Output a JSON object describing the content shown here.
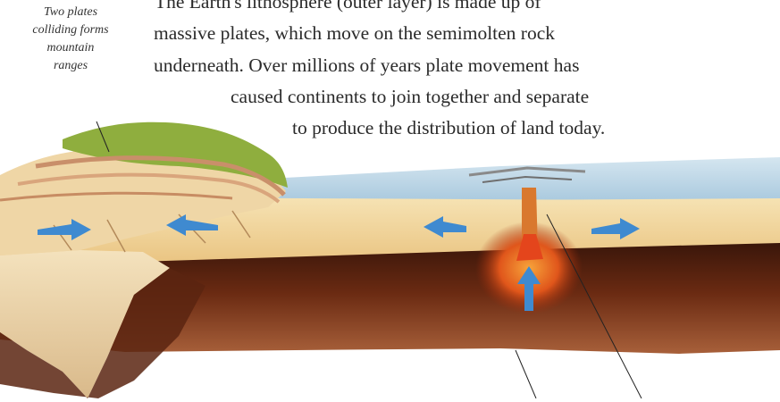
{
  "caption": {
    "lines": [
      "Two plates",
      "colliding forms",
      "mountain",
      "ranges"
    ]
  },
  "intro": {
    "lines": [
      "The Earth's lithosphere (outer layer) is made up of",
      "massive plates, which move on the semimolten rock",
      "underneath. Over millions of years plate movement has",
      "caused continents to join together and separate",
      "to produce the distribution of land today."
    ]
  },
  "colors": {
    "ocean": "#a9c9de",
    "crust": "#f2d79c",
    "mantle_dark": "#4a1f0e",
    "magma": "#e0561b",
    "arrow": "#3f8ad0",
    "mountain_green": "#8fae3e"
  }
}
